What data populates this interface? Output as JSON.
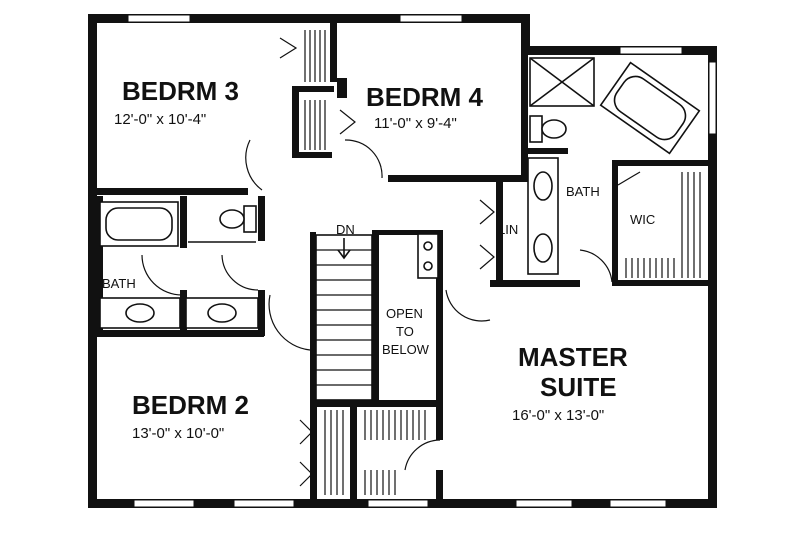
{
  "rooms": {
    "bedrm3": {
      "name": "BEDRM 3",
      "dims": "12'-0\" x 10'-4\""
    },
    "bedrm4": {
      "name": "BEDRM 4",
      "dims": "11'-0\" x 9'-4\""
    },
    "bedrm2": {
      "name": "BEDRM 2",
      "dims": "13'-0\" x 10'-0\""
    },
    "master": {
      "name1": "MASTER",
      "name2": "SUITE",
      "dims": "16'-0\" x 13'-0\""
    },
    "bath_master": "BATH",
    "bath_hall": "BATH",
    "wic": "WIC",
    "lin": "LIN",
    "stair_dn": "DN",
    "open_below": [
      "OPEN",
      "TO",
      "BELOW"
    ]
  }
}
